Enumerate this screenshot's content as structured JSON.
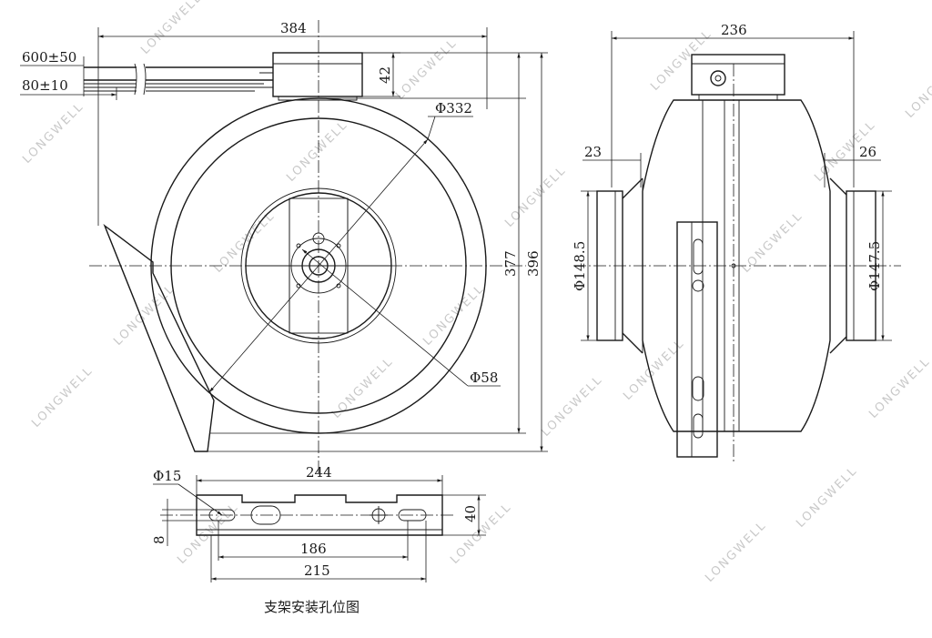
{
  "watermark": "LONGWELL",
  "front_view": {
    "width_dim": "384",
    "cable_length_dim": "600±50",
    "cable_strip_dim": "80±10",
    "box_height_dim": "42",
    "body_dia_dim": "Φ332",
    "hub_dia_dim": "Φ58",
    "height_dim_inner": "377",
    "height_dim_outer": "396"
  },
  "side_view": {
    "width_dim": "236",
    "left_spigot_dim": "23",
    "right_spigot_dim": "26",
    "left_dia_dim": "Φ148.5",
    "right_dia_dim": "Φ147.5"
  },
  "bracket_view": {
    "hole_dia_dim": "Φ15",
    "overall_dim": "244",
    "height_dim": "40",
    "offset_dim": "8",
    "inner_spacing_dim": "186",
    "outer_spacing_dim": "215",
    "caption": "支架安装孔位图"
  }
}
